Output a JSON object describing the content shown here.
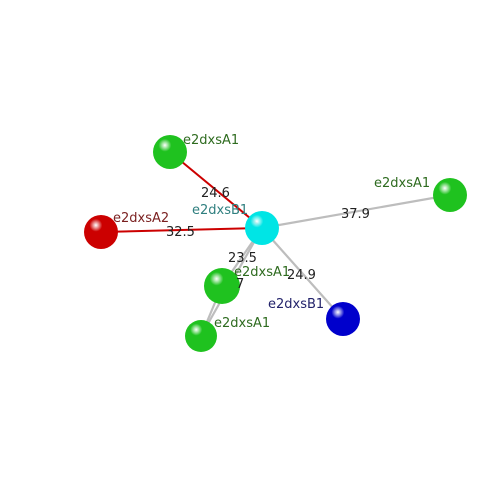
{
  "colors": {
    "background": "#ffffff",
    "center": "#00e5e5",
    "green": "#1fc21f",
    "red": "#cc0000",
    "blue": "#0000cc",
    "edge_red": "#cc0000",
    "edge_gray": "#bdbdbd",
    "label_green": "#2e6b1f",
    "label_teal": "#2f7f7f",
    "label_red": "#7a1f1f",
    "label_blue": "#23236b",
    "label_dark": "#222222"
  },
  "nodes": [
    {
      "id": "n-center",
      "name": "e2dxsB1",
      "color": "center",
      "label_color": "label_teal"
    },
    {
      "id": "n-top",
      "name": "e2dxsA1",
      "color": "green",
      "label_color": "label_green"
    },
    {
      "id": "n-left",
      "name": "e2dxsA2",
      "color": "red",
      "label_color": "label_red"
    },
    {
      "id": "n-right",
      "name": "e2dxsA1",
      "color": "green",
      "label_color": "label_green"
    },
    {
      "id": "n-lowmid",
      "name": "e2dxsA1",
      "color": "green",
      "label_color": "label_green"
    },
    {
      "id": "n-bottom",
      "name": "e2dxsA1",
      "color": "green",
      "label_color": "label_green"
    },
    {
      "id": "n-blue",
      "name": "e2dxsB1",
      "color": "blue",
      "label_color": "label_blue"
    }
  ],
  "edges": [
    {
      "from": "n-center",
      "to": "n-top",
      "label": "24.6",
      "color": "edge_red"
    },
    {
      "from": "n-center",
      "to": "n-left",
      "label": "32.5",
      "color": "edge_red"
    },
    {
      "from": "n-center",
      "to": "n-right",
      "label": "37.9",
      "color": "edge_gray"
    },
    {
      "from": "n-center",
      "to": "n-lowmid",
      "label": "23.5",
      "color": "edge_gray"
    },
    {
      "from": "n-center",
      "to": "n-blue",
      "label": "24.9",
      "color": "edge_gray"
    },
    {
      "from": "n-center",
      "to": "n-bottom",
      "label": "",
      "color": "edge_gray"
    },
    {
      "from": "n-lowmid",
      "to": "n-bottom",
      "label": "7",
      "color": "edge_gray"
    }
  ]
}
